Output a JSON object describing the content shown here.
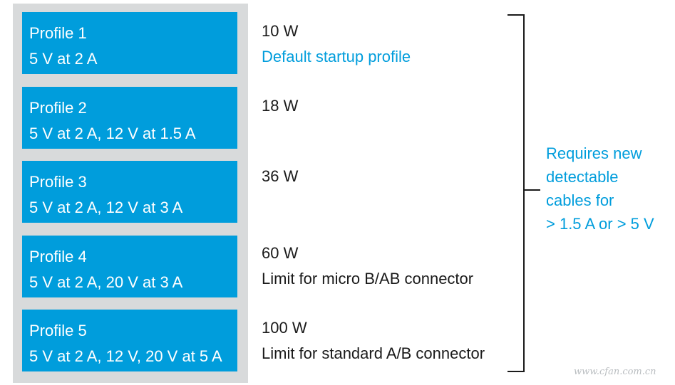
{
  "profiles": [
    {
      "name": "Profile 1",
      "spec": "5 V at 2 A",
      "power": "10 W",
      "note": "Default startup profile"
    },
    {
      "name": "Profile 2",
      "spec": "5 V at 2 A, 12 V at 1.5 A",
      "power": "18 W",
      "note": ""
    },
    {
      "name": "Profile 3",
      "spec": "5 V at 2 A, 12 V at 3 A",
      "power": "36 W",
      "note": ""
    },
    {
      "name": "Profile 4",
      "spec": "5 V at 2 A, 20 V at 3 A",
      "power": "60 W",
      "note": "Limit for micro B/AB connector"
    },
    {
      "name": "Profile 5",
      "spec": "5 V at 2 A, 12 V, 20 V at 5 A",
      "power": "100 W",
      "note": "Limit for standard A/B connector"
    }
  ],
  "bracket_note": [
    "Requires new",
    "detectable",
    "cables for",
    "> 1.5 A or > 5 V"
  ],
  "watermark": "www.cfan.com.cn",
  "colors": {
    "accent": "#009ddc",
    "panel": "#d8dadb",
    "text": "#1a1a1a"
  }
}
